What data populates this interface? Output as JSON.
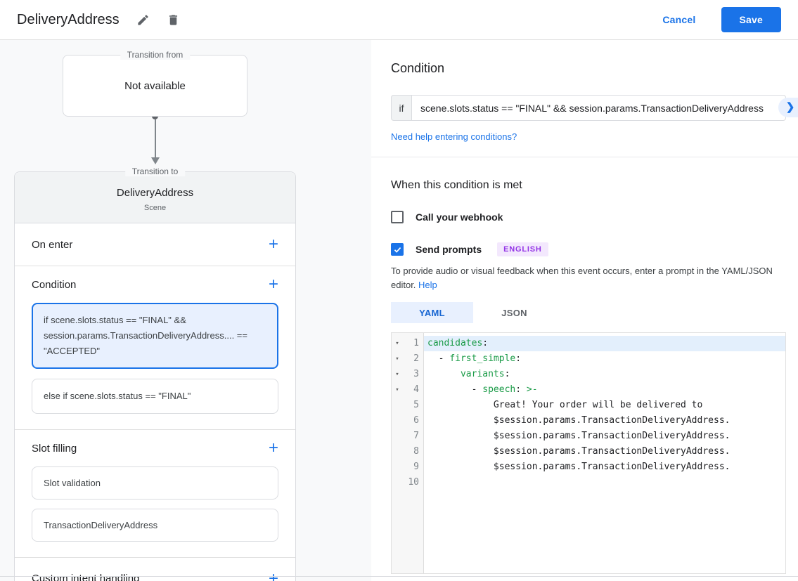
{
  "header": {
    "title": "DeliveryAddress",
    "cancel_label": "Cancel",
    "save_label": "Save"
  },
  "colors": {
    "accent": "#1a73e8",
    "accent_text": "#1967d2",
    "selected_bg": "#e8f0fe",
    "selected_border": "#1a73e8",
    "badge_bg": "#f3e8fd",
    "badge_text": "#9334e6",
    "yaml_key_green": "#1a9b47",
    "line_highlight": "#e3effc",
    "pane_bg": "#f8f9fa"
  },
  "graph": {
    "transition_from_label": "Transition from",
    "transition_from_value": "Not available",
    "transition_to_label": "Transition to",
    "scene_name": "DeliveryAddress",
    "scene_type": "Scene"
  },
  "scene_card": {
    "on_enter_label": "On enter",
    "condition_label": "Condition",
    "conditions": [
      {
        "text": "if scene.slots.status == \"FINAL\" && session.params.TransactionDeliveryAddress.... == \"ACCEPTED\"",
        "selected": true
      },
      {
        "text": "else if scene.slots.status == \"FINAL\"",
        "selected": false
      }
    ],
    "slot_filling_label": "Slot filling",
    "slots": [
      "Slot validation",
      "TransactionDeliveryAddress"
    ],
    "custom_intent_label": "Custom intent handling"
  },
  "condition_panel": {
    "title": "Condition",
    "if_label": "if",
    "expression": "scene.slots.status == \"FINAL\" && session.params.TransactionDeliveryAddress",
    "help_link": "Need help entering conditions?"
  },
  "when_met": {
    "title": "When this condition is met",
    "webhook_label": "Call your webhook",
    "webhook_checked": false,
    "prompts_label": "Send prompts",
    "prompts_checked": true,
    "language_badge": "ENGLISH",
    "helper_text": "To provide audio or visual feedback when this event occurs, enter a prompt in the YAML/JSON editor.",
    "help_link_label": "Help"
  },
  "editor": {
    "tabs": [
      {
        "label": "YAML",
        "active": true
      },
      {
        "label": "JSON",
        "active": false
      }
    ],
    "code_lines": [
      {
        "n": "1",
        "fold": true,
        "hl": true,
        "parts": [
          [
            "k",
            "candidates"
          ],
          [
            "p",
            ":"
          ]
        ]
      },
      {
        "n": "2",
        "fold": true,
        "parts": [
          [
            "p",
            "  - "
          ],
          [
            "k",
            "first_simple"
          ],
          [
            "p",
            ":"
          ]
        ]
      },
      {
        "n": "3",
        "fold": true,
        "parts": [
          [
            "p",
            "      "
          ],
          [
            "k",
            "variants"
          ],
          [
            "p",
            ":"
          ]
        ]
      },
      {
        "n": "4",
        "fold": true,
        "parts": [
          [
            "p",
            "        - "
          ],
          [
            "k",
            "speech"
          ],
          [
            "p",
            ": "
          ],
          [
            "k",
            ">-"
          ]
        ]
      },
      {
        "n": "5",
        "parts": [
          [
            "p",
            "            Great! Your order will be delivered to"
          ]
        ]
      },
      {
        "n": "6",
        "parts": [
          [
            "p",
            "            $session.params.TransactionDeliveryAddress."
          ]
        ]
      },
      {
        "n": "7",
        "parts": [
          [
            "p",
            "            $session.params.TransactionDeliveryAddress."
          ]
        ]
      },
      {
        "n": "8",
        "parts": [
          [
            "p",
            "            $session.params.TransactionDeliveryAddress."
          ]
        ]
      },
      {
        "n": "9",
        "parts": [
          [
            "p",
            "            $session.params.TransactionDeliveryAddress."
          ]
        ]
      },
      {
        "n": "10",
        "parts": []
      }
    ]
  }
}
